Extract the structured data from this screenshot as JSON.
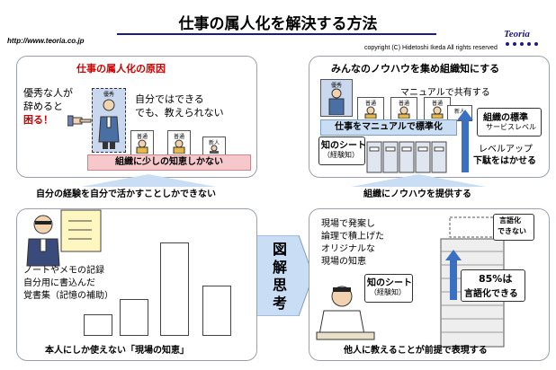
{
  "header": {
    "title": "仕事の属人化を解決する方法",
    "url": "http://www.teoria.co.jp",
    "copyright": "copyright (C)   Hidetoshi  Ikeda All rights reserved",
    "logo": "Teoria"
  },
  "top_left": {
    "title": "仕事の属人化の原因",
    "left_line1": "優秀な人が",
    "left_line2": "辞めると",
    "left_line3": "困る！",
    "right_line1": "自分ではできる",
    "right_line2": "でも、教えられない",
    "tag_yushu": "優秀",
    "tag_futsu": "普通",
    "tag_shinjin": "新人",
    "bar": "組織に少しの知恵しかない"
  },
  "top_right": {
    "title": "みんなのノウハウを集め組織知にする",
    "tag_yushu": "優秀",
    "tag_futsu": "普通",
    "tag_shinjin": "新人",
    "share": "マニュアルで共有する",
    "bar": "仕事をマニュアルで標準化",
    "standard_title": "組織の標準",
    "standard_sub": "サービスレベル",
    "chishiki_title": "知のシート",
    "chishiki_sub": "（経験知）",
    "levelup1": "レベルアップ",
    "levelup2": "下駄をはかせる"
  },
  "arrows": {
    "left": "自分の経験を自分で活かすことしかできない",
    "right": "組織にノウハウを提供する"
  },
  "center": {
    "c1": "図",
    "c2": "解",
    "c3": "思",
    "c4": "考"
  },
  "bottom_left": {
    "note1": "ノートやメモの記録",
    "note2": "自分用に書込んだ",
    "note3": "覚書集（記憶の補助）",
    "footer": "本人にしか使えない「現場の知恵」"
  },
  "bottom_right": {
    "line1": "現場で発案し",
    "line2": "論理で積上げた",
    "line3": "オリジナルな",
    "line4": "現場の知恵",
    "chishiki_title": "知のシート",
    "chishiki_sub": "（経験知）",
    "gengo1": "言語化",
    "gengo2": "できない",
    "pct1": "85%は",
    "pct2": "言語化できる",
    "footer": "他人に教えることが前提で表現する"
  },
  "colors": {
    "accent_red": "#d40000",
    "pink": "#f6c8cc",
    "blue": "#c9def4",
    "navy": "#1a1a8a"
  }
}
